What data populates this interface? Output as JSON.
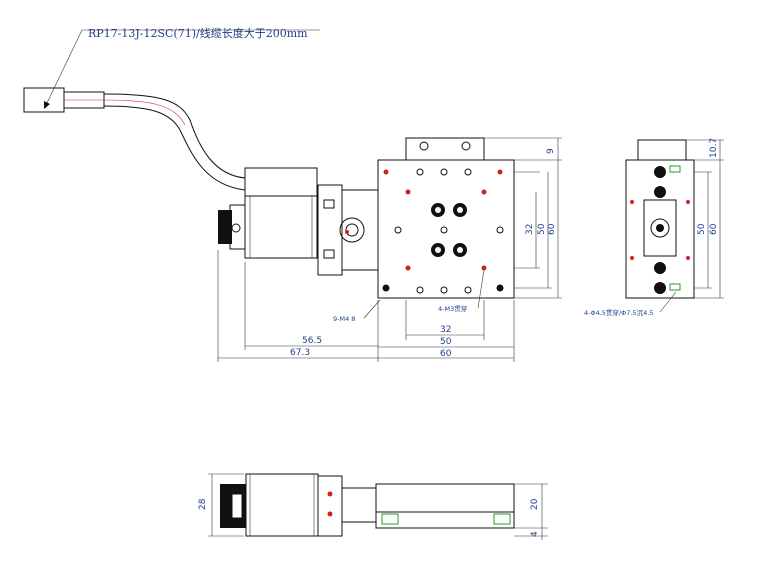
{
  "cable_label": "RP17-13J-12SC(71)/线缆长度大于200mm",
  "dims": {
    "top_56_5": "56.5",
    "top_67_3": "67.3",
    "top_32": "32",
    "top_50": "50",
    "top_60": "60",
    "side_9": "9",
    "side_32": "32",
    "side_50": "50",
    "side_60": "60",
    "right_10_7": "10.7",
    "right_50": "50",
    "right_60": "60",
    "front_28": "28",
    "front_20": "20",
    "front_4": "4"
  },
  "notes": {
    "holes_9_m4": "9-M4 8",
    "holes_4_m3": "4-M3贯穿",
    "holes_4_4_5": "4-Φ4.5贯穿/Φ7.5沉4.5"
  },
  "accent": "#1f3f8f"
}
